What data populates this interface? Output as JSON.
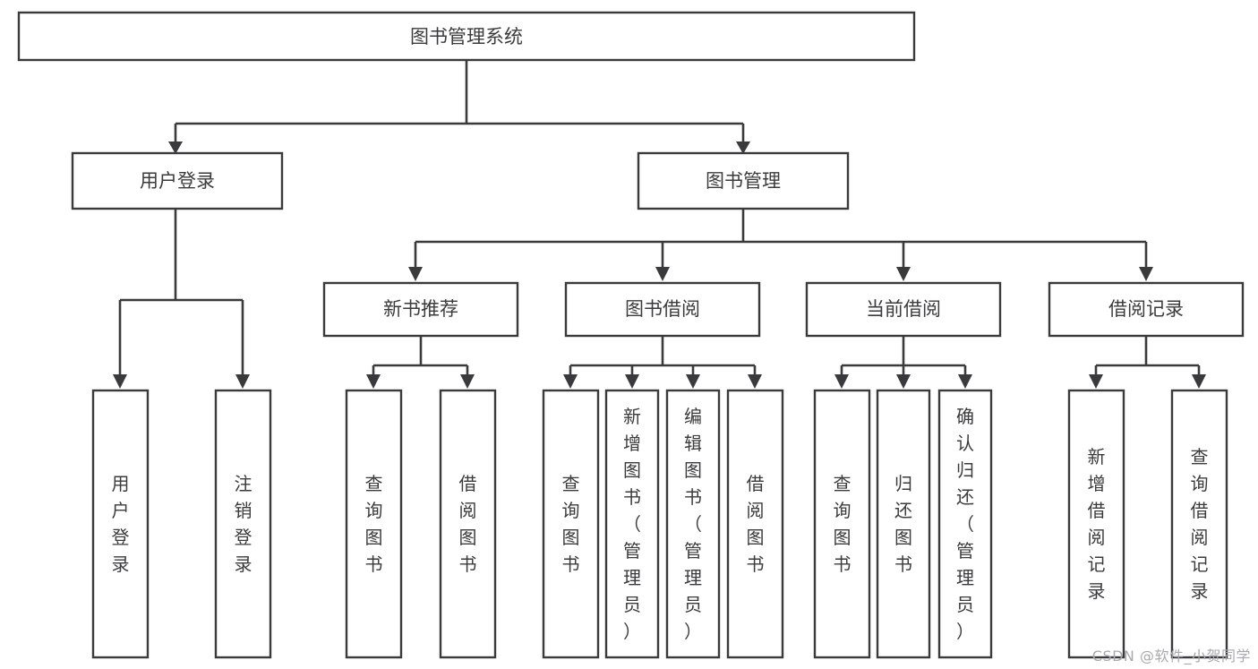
{
  "diagram": {
    "title": "图书管理系统",
    "root": {
      "id": "root",
      "label": "图书管理系统",
      "orientation": "horizontal"
    },
    "level2": [
      {
        "id": "user-login",
        "label": "用户登录",
        "orientation": "horizontal"
      },
      {
        "id": "book-management",
        "label": "图书管理",
        "orientation": "horizontal"
      }
    ],
    "level3": [
      {
        "id": "new-book-recommend",
        "label": "新书推荐",
        "orientation": "horizontal",
        "parent": "book-management"
      },
      {
        "id": "book-borrow",
        "label": "图书借阅",
        "orientation": "horizontal",
        "parent": "book-management"
      },
      {
        "id": "current-borrow",
        "label": "当前借阅",
        "orientation": "horizontal",
        "parent": "book-management"
      },
      {
        "id": "borrow-record",
        "label": "借阅记录",
        "orientation": "horizontal",
        "parent": "book-management"
      }
    ],
    "leaves": [
      {
        "id": "leaf-user-login",
        "label": "用户登录",
        "orientation": "vertical",
        "parent": "user-login"
      },
      {
        "id": "leaf-logout-login",
        "label": "注销登录",
        "orientation": "vertical",
        "parent": "user-login"
      },
      {
        "id": "leaf-query-book-1",
        "label": "查询图书",
        "orientation": "vertical",
        "parent": "new-book-recommend"
      },
      {
        "id": "leaf-borrow-book-1",
        "label": "借阅图书",
        "orientation": "vertical",
        "parent": "new-book-recommend"
      },
      {
        "id": "leaf-query-book-2",
        "label": "查询图书",
        "orientation": "vertical",
        "parent": "book-borrow"
      },
      {
        "id": "leaf-add-book",
        "label": "新增图书（管理员）",
        "orientation": "vertical",
        "parent": "book-borrow"
      },
      {
        "id": "leaf-edit-book",
        "label": "编辑图书（管理员）",
        "orientation": "vertical",
        "parent": "book-borrow"
      },
      {
        "id": "leaf-borrow-book-2",
        "label": "借阅图书",
        "orientation": "vertical",
        "parent": "book-borrow"
      },
      {
        "id": "leaf-query-book-3",
        "label": "查询图书",
        "orientation": "vertical",
        "parent": "current-borrow"
      },
      {
        "id": "leaf-return-book",
        "label": "归还图书",
        "orientation": "vertical",
        "parent": "current-borrow"
      },
      {
        "id": "leaf-confirm-return",
        "label": "确认归还（管理员）",
        "orientation": "vertical",
        "parent": "current-borrow"
      },
      {
        "id": "leaf-add-record",
        "label": "新增借阅记录",
        "orientation": "vertical",
        "parent": "borrow-record"
      },
      {
        "id": "leaf-query-record",
        "label": "查询借阅记录",
        "orientation": "vertical",
        "parent": "borrow-record"
      }
    ],
    "colors": {
      "box_stroke": "#3a3a3c",
      "box_fill": "#ffffff",
      "text": "#3b3b3d",
      "connector": "#3a3a3c",
      "background": "#ffffff",
      "watermark": "#a9a9ad"
    }
  },
  "watermark": {
    "text": "CSDN @软件_小贺同学"
  }
}
